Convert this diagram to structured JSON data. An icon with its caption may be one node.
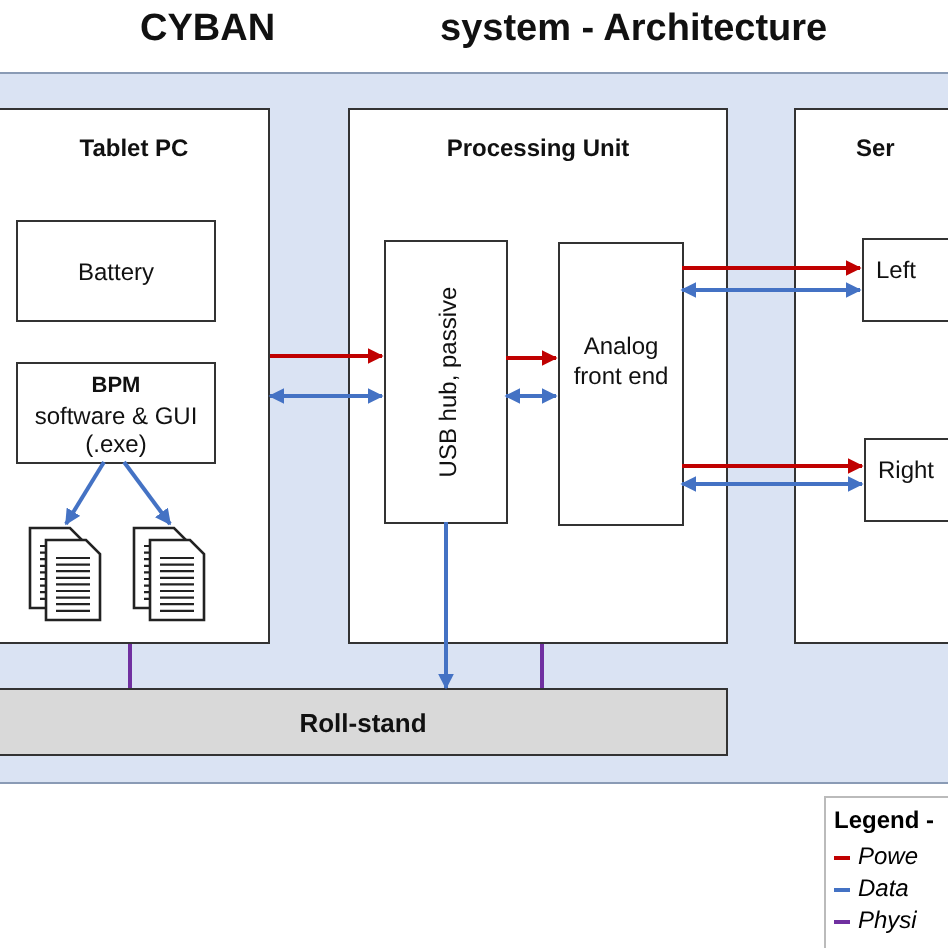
{
  "diagram": {
    "title": [
      "CYBAN",
      "system - Architecture"
    ],
    "nodes": [
      {
        "text": [
          "Tablet PC"
        ]
      },
      {
        "text": [
          "Battery"
        ],
        "in": 0
      },
      {
        "text": [
          "BPM",
          "software & GUI (.exe)"
        ],
        "in": 0
      },
      {
        "text": [],
        "shape": "document",
        "in": 0
      },
      {
        "text": [],
        "shape": "document",
        "in": 0
      },
      {
        "text": [
          "Processing Unit"
        ]
      },
      {
        "text": [
          "USB hub, passive"
        ],
        "in": 5
      },
      {
        "text": [
          "Analog front end"
        ],
        "in": 5
      },
      {
        "text": [
          "Ser"
        ]
      },
      {
        "text": [
          "Left"
        ],
        "in": 8
      },
      {
        "text": [
          "Right"
        ],
        "in": 8
      },
      {
        "text": [
          "Roll-stand"
        ]
      }
    ],
    "edges": [
      {
        "from": 0,
        "to": 6,
        "arrow": "to",
        "color": "#c00000"
      },
      {
        "from": 0,
        "to": 6,
        "arrow": "both"
      },
      {
        "from": 6,
        "to": 7,
        "arrow": "to",
        "color": "#c00000"
      },
      {
        "from": 6,
        "to": 7,
        "arrow": "both"
      },
      {
        "from": 7,
        "to": 9,
        "arrow": "to",
        "color": "#c00000"
      },
      {
        "from": 7,
        "to": 9,
        "arrow": "both"
      },
      {
        "from": 7,
        "to": 10,
        "arrow": "to",
        "color": "#c00000"
      },
      {
        "from": 7,
        "to": 10,
        "arrow": "both"
      },
      {
        "from": 2,
        "to": 3,
        "arrow": "to"
      },
      {
        "from": 2,
        "to": 4,
        "arrow": "to"
      },
      {
        "from": 6,
        "to": 11,
        "arrow": "to"
      },
      {
        "from": 0,
        "to": 11,
        "arrow": "none",
        "color": "#7030a0"
      },
      {
        "from": 5,
        "to": 11,
        "arrow": "none",
        "color": "#7030a0"
      }
    ],
    "labels": [
      "Legend -"
    ],
    "legend": [
      {
        "text": "Powe",
        "color": "#c00000"
      },
      {
        "text": "Data",
        "color": "#4472c4"
      },
      {
        "text": "Physi",
        "color": "#7030a0"
      }
    ]
  }
}
